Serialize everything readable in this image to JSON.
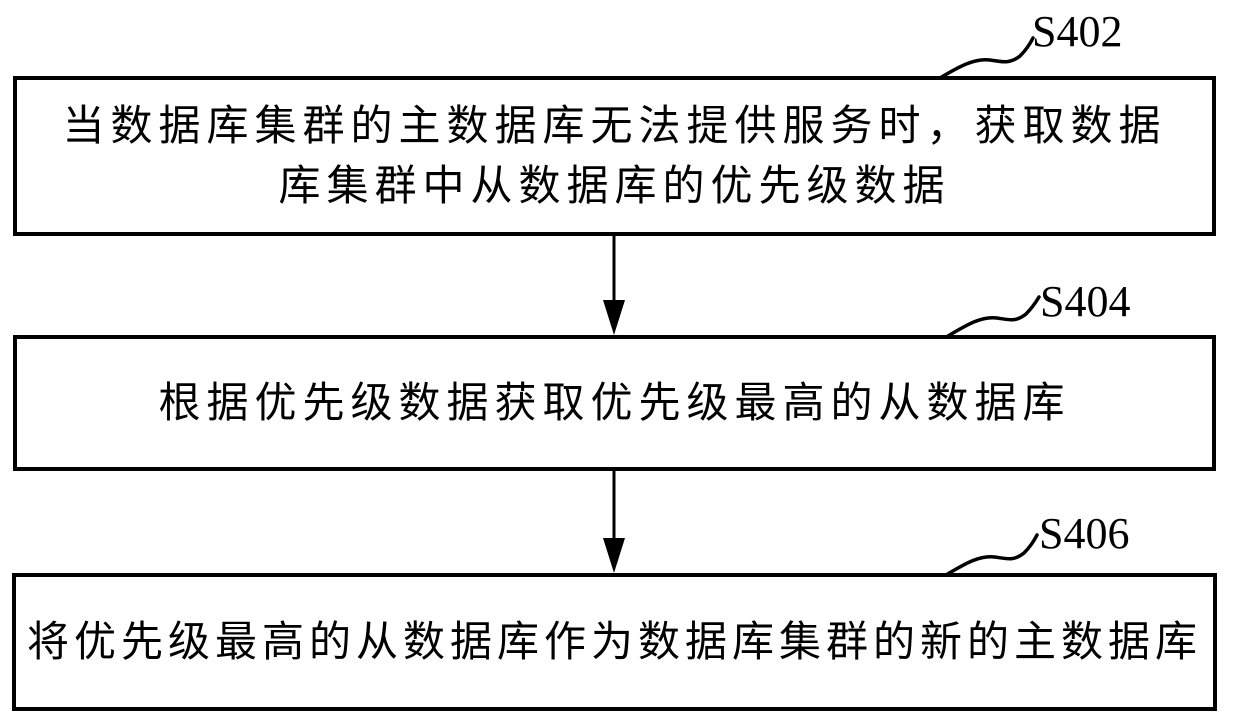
{
  "diagram": {
    "type": "flowchart",
    "steps": [
      {
        "id": "S402",
        "label": "S402",
        "text": "当数据库集群的主数据库无法提供服务时，获取数据库集群中从数据库的优先级数据"
      },
      {
        "id": "S404",
        "label": "S404",
        "text": "根据优先级数据获取优先级最高的从数据库"
      },
      {
        "id": "S406",
        "label": "S406",
        "text": "将优先级最高的从数据库作为数据库集群的新的主数据库"
      }
    ],
    "edges": [
      {
        "from": "S402",
        "to": "S404"
      },
      {
        "from": "S404",
        "to": "S406"
      }
    ],
    "colors": {
      "stroke": "#000000",
      "background": "#ffffff"
    }
  }
}
